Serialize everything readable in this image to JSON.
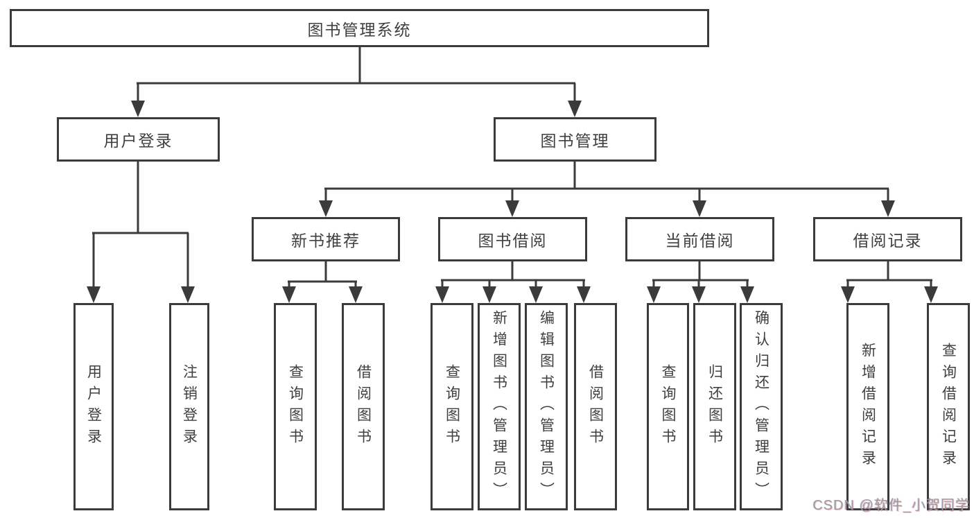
{
  "diagram": {
    "root": {
      "label": "图书管理系统"
    },
    "branches": [
      {
        "label": "用户登录",
        "leaves": [
          {
            "label": "用户登录"
          },
          {
            "label": "注销登录"
          }
        ]
      },
      {
        "label": "图书管理",
        "groups": [
          {
            "label": "新书推荐",
            "leaves": [
              {
                "label": "查询图书"
              },
              {
                "label": "借阅图书"
              }
            ]
          },
          {
            "label": "图书借阅",
            "leaves": [
              {
                "label": "查询图书"
              },
              {
                "label": "新增图书（管理员）"
              },
              {
                "label": "编辑图书（管理员）"
              },
              {
                "label": "借阅图书"
              }
            ]
          },
          {
            "label": "当前借阅",
            "leaves": [
              {
                "label": "查询图书"
              },
              {
                "label": "归还图书"
              },
              {
                "label": "确认归还（管理员）"
              }
            ]
          },
          {
            "label": "借阅记录",
            "leaves": [
              {
                "label": "新增借阅记录"
              },
              {
                "label": "查询借阅记录"
              }
            ]
          }
        ]
      }
    ]
  },
  "watermark": {
    "text": "CSDN @软件_小贺同学"
  },
  "colors": {
    "line": "#3b3b3b",
    "box_border": "#3b3b3b",
    "text": "#3f3f3f",
    "watermark_text": "#9c9c9c",
    "background": "#ffffff"
  }
}
